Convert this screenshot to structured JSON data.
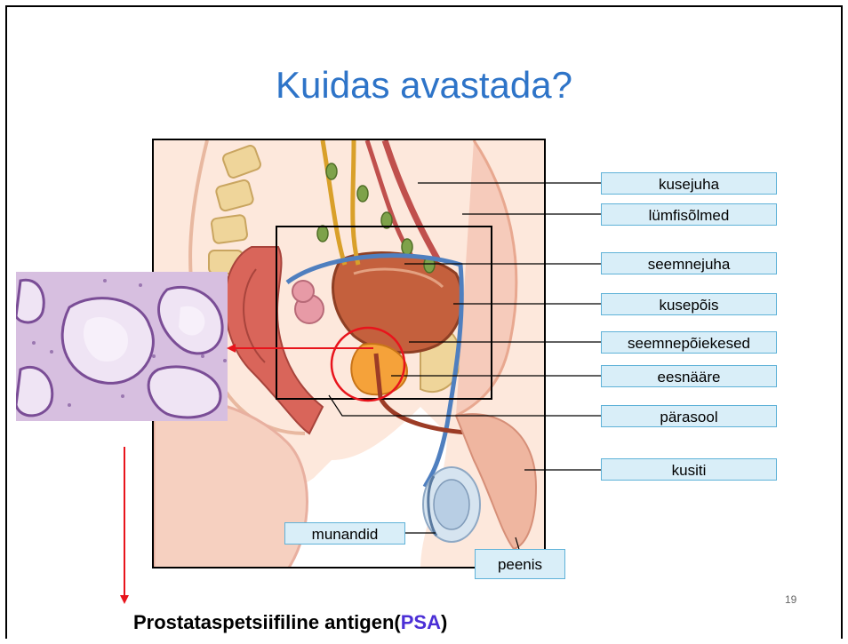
{
  "slide": {
    "title": "Kuidas avastada?",
    "bottom_title_prefix": "Prostataspetsiifiline antigen(",
    "bottom_title_abbr": "PSA",
    "bottom_title_suffix": ")",
    "page_number": "19"
  },
  "labels": {
    "kusejuha": "kusejuha",
    "lymfisolmed": "lümfisõlmed",
    "seemnejuha": "seemnejuha",
    "kusepois": "kusepõis",
    "seemnepoiekesed": "seemnepõiekesed",
    "eesnaare": "eesnääre",
    "parasool": "pärasool",
    "kusiti": "kusiti",
    "munandid": "munandid",
    "peenis": "peenis"
  },
  "colors": {
    "title": "#2e74c8",
    "label_fill": "#d9eef8",
    "label_border": "#5fb2d8",
    "highlight": "#e8141c",
    "abbr": "#4b2fd6"
  }
}
